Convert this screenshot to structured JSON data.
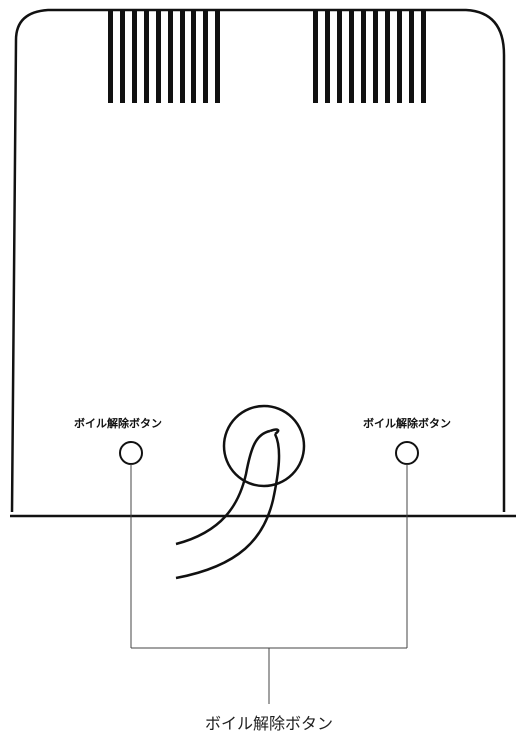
{
  "labels": {
    "left_button": "ボイル解除ボタン",
    "right_button": "ボイル解除ボタン",
    "callout": "ボイル解除ボタン"
  },
  "colors": {
    "line": "#111111",
    "callout_line": "#444444",
    "background": "#ffffff"
  }
}
